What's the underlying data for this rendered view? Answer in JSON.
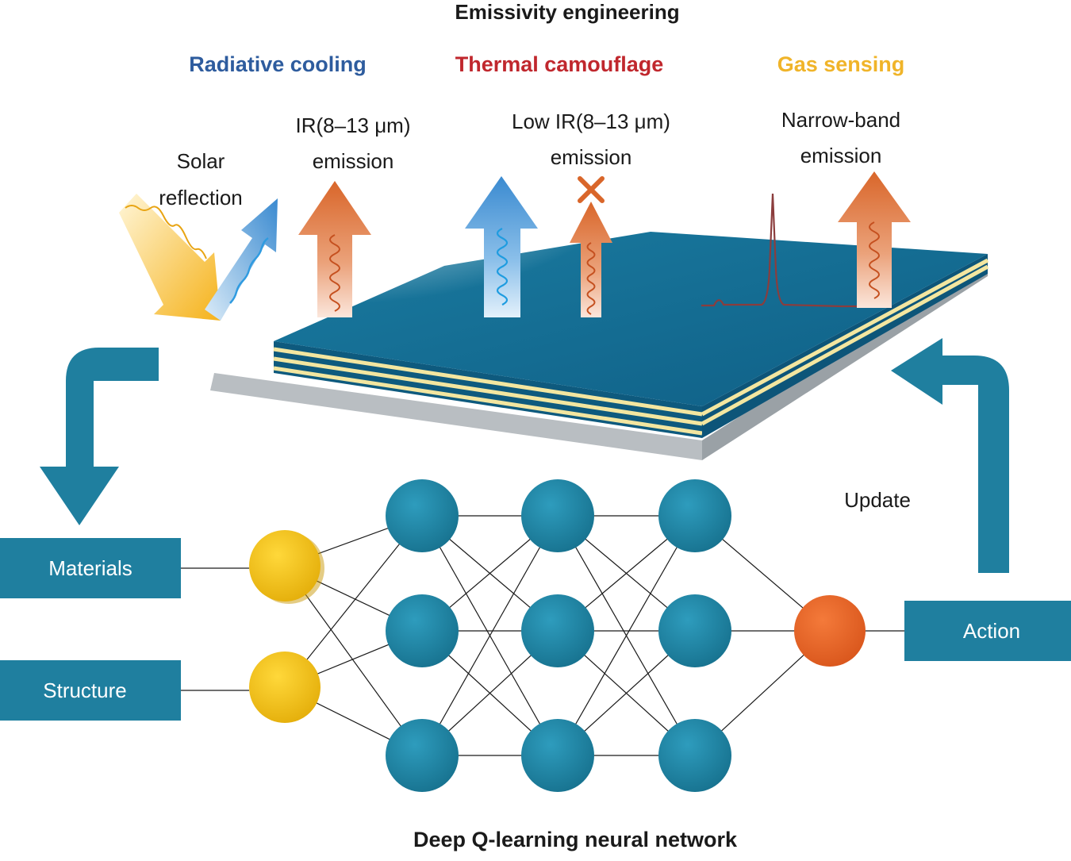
{
  "title": "Emissivity engineering",
  "applications": [
    {
      "label": "Radiative cooling",
      "color": "#2e5c9e"
    },
    {
      "label": "Thermal camouflage",
      "color": "#c0272d"
    },
    {
      "label": "Gas sensing",
      "color": "#f0b429"
    }
  ],
  "annotations": {
    "solar": [
      "Solar",
      "reflection"
    ],
    "ir": [
      "IR(8–13 μm)",
      "emission"
    ],
    "low_ir": [
      "Low IR(8–13 μm)",
      "emission"
    ],
    "narrow": [
      "Narrow-band",
      "emission"
    ]
  },
  "network": {
    "inputs": [
      "Materials",
      "Structure"
    ],
    "output": "Action",
    "update_label": "Update",
    "caption": "Deep Q-learning neural network"
  },
  "colors": {
    "teal": "#1f7f9f",
    "input_node": "#f5c518",
    "output_node": "#ee6a2a",
    "warm_arrow": "#d9662a",
    "cool_arrow": "#3a8ad0",
    "solar_arrow": "#f5b21a"
  },
  "icons": {
    "blocked": "cross-mark-icon"
  }
}
